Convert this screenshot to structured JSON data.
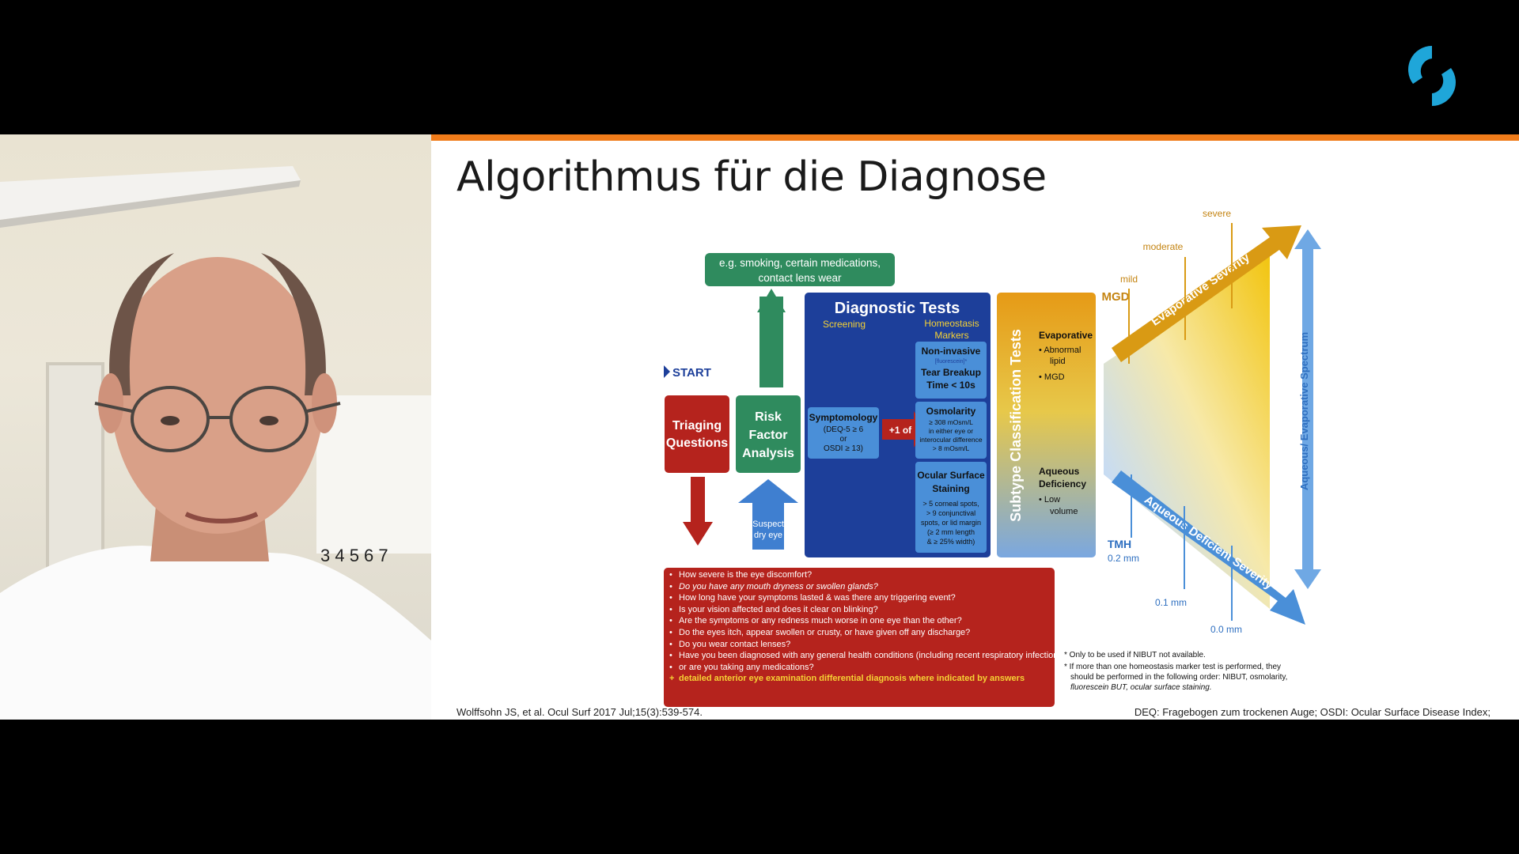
{
  "slide": {
    "title": "Algorithmus für die Diagnose",
    "footer_left": "Wolffsohn JS, et al. Ocul Surf 2017 Jul;15(3):539-574.",
    "footer_right": "DEQ: Fragebogen zum trockenen Auge; OSDI: Ocular Surface Disease Index;"
  },
  "diagram": {
    "risk_examples": [
      "e.g. smoking, certain medications,",
      "contact lens wear"
    ],
    "start_label": "START",
    "triaging": [
      "Triaging",
      "Questions"
    ],
    "risk_factor": [
      "Risk",
      "Factor",
      "Analysis"
    ],
    "suspect": [
      "Suspect",
      "dry eye"
    ],
    "diagnostic_tests_title": "Diagnostic Tests",
    "screening_label": "Screening",
    "homeostasis_label": [
      "Homeostasis",
      "Markers"
    ],
    "symptomology": [
      "Symptomology",
      "(DEQ-5 ≥ 6",
      "or",
      "OSDI ≥ 13)"
    ],
    "plus_one_of": "+1 of",
    "non_invasive": [
      "Non-invasive",
      "[fluorescein]*",
      "Tear Breakup",
      "Time < 10s"
    ],
    "osmolarity": [
      "Osmolarity",
      "≥ 308 mOsm/L",
      "in either eye or",
      "interocular difference",
      "> 8 mOsm/L"
    ],
    "ocular_surface": [
      "Ocular Surface",
      "Staining",
      "> 5 corneal spots,",
      "> 9 conjunctival",
      "spots, or lid margin",
      "(≥ 2 mm length",
      "& ≥ 25% width)"
    ],
    "subtype_title": "Subtype Classification Tests",
    "evaporative": {
      "title": "Evaporative",
      "items": [
        "Abnormal",
        "lipid",
        "MGD"
      ]
    },
    "aqueous": {
      "title": [
        "Aqueous",
        "Deficiency"
      ],
      "items": [
        "Low",
        "volume"
      ]
    },
    "evap_severity": "Evaporative Severity",
    "aq_severity": "Aqueous Deficient Severity",
    "spectrum": "Aqueous/ Evaporative Spectrum",
    "severity_levels": [
      "mild",
      "moderate",
      "severe"
    ],
    "mgd": "MGD",
    "tmh": "TMH",
    "tmh_levels": [
      "0.2 mm",
      "0.1 mm",
      "0.0 mm"
    ],
    "footnote1": "* Only to be used if NIBUT not available.",
    "footnote2": [
      "* If more than one homeostasis marker test is performed, they",
      "should be performed in the following order: NIBUT, osmolarity,",
      "fluorescein BUT, ocular surface staining."
    ],
    "questions": [
      "How severe is the eye discomfort?",
      "Do you have any mouth dryness or swollen glands?",
      "How long have your symptoms lasted & was there any triggering event?",
      "Is your vision affected and does it clear on blinking?",
      "Are the symptoms or any redness much worse in one eye than the other?",
      "Do the eyes itch, appear swollen or crusty, or have given off any discharge?",
      "Do you wear contact lenses?",
      "Have you been diagnosed with any general health conditions (including recent respiratory infections)",
      "or are you taking any medications?"
    ],
    "questions_extra": "detailed anterior eye examination differential diagnosis where indicated by answers"
  },
  "colors": {
    "accent_bar": "#f07c1a",
    "logo": "#1fa6d9",
    "triage_red": "#b5231d",
    "risk_green": "#2f8b5e",
    "diag_blue": "#1d3f9a",
    "subtype_gold": "#e6a21c",
    "aqueous_blue": "#4a8fd8"
  }
}
